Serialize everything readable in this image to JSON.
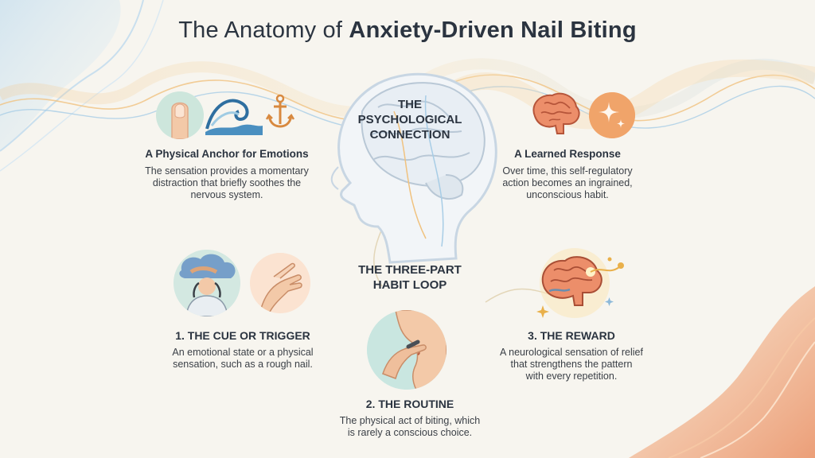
{
  "title": {
    "prefix": "The Anatomy of",
    "emphasis": "Anxiety-Driven Nail Biting"
  },
  "center": {
    "psych_line1": "THE",
    "psych_line2": "PSYCHOLOGICAL",
    "psych_line3": "CONNECTION",
    "habit_line1": "THE THREE-PART",
    "habit_line2": "HABIT LOOP"
  },
  "anchor": {
    "heading": "A Physical Anchor for Emotions",
    "line1": "The sensation provides a momentary",
    "line2": "distraction that briefly soothes the",
    "line3": "nervous system."
  },
  "learned": {
    "heading": "A Learned Response",
    "line1": "Over time, this self-regulatory",
    "line2": "action becomes an ingrained,",
    "line3": "unconscious habit."
  },
  "cue": {
    "heading": "1. THE CUE OR TRIGGER",
    "line1": "An emotional state or a physical",
    "line2": "sensation, such as a rough nail."
  },
  "routine": {
    "heading": "2. THE ROUTINE",
    "line1": "The physical act of biting, which",
    "line2": "is rarely a conscious choice."
  },
  "reward": {
    "heading": "3. THE REWARD",
    "line1": "A neurological sensation of relief",
    "line2": "that strengthens the pattern",
    "line3": "with every repetition."
  },
  "icons": [
    "fingertip-icon",
    "wave-icon",
    "anchor-icon",
    "brain-icon",
    "sparkle-icon",
    "stressed-person-icon",
    "hand-touch-icon",
    "nail-biting-icon",
    "glowing-brain-icon",
    "head-profile-icon"
  ],
  "colors": {
    "accent_orange": "#f0a46a",
    "accent_blue": "#4a8fc0",
    "teal": "#9fd0c6",
    "background": "#f7f5ef"
  }
}
